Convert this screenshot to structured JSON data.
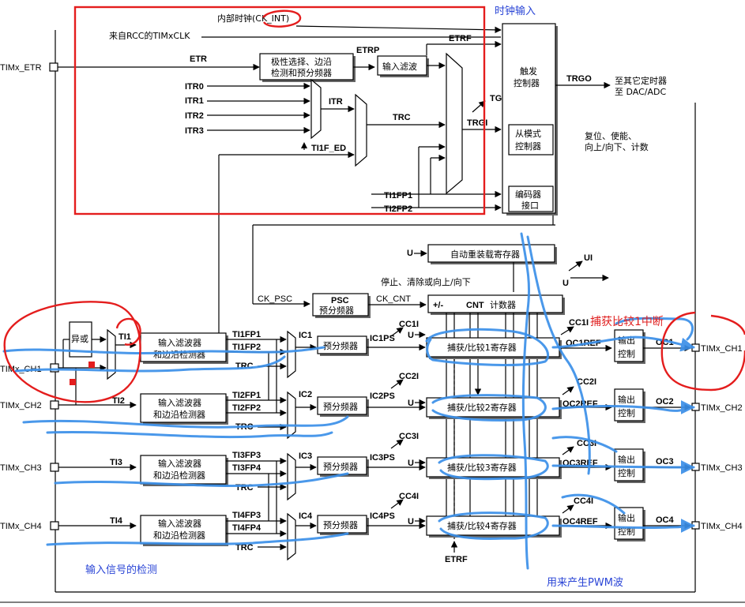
{
  "colors": {
    "annotation_blue": "#2a45d6",
    "annotation_red": "#e02020",
    "highlight_stroke": "#3b8fe8"
  },
  "annotations": {
    "clock_input": "时钟输入",
    "capture_compare1_interrupt": "捕获比较1中断",
    "input_detection": "输入信号的检测",
    "pwm_generation": "用来产生PWM波"
  },
  "pins": {
    "etr": "TIMx_ETR",
    "ch1_in": "TIMx_CH1",
    "ch2_in": "TIMx_CH2",
    "ch3_in": "TIMx_CH3",
    "ch4_in": "TIMx_CH4",
    "ch1_out": "TIMx_CH1",
    "ch2_out": "TIMx_CH2",
    "ch3_out": "TIMx_CH3",
    "ch4_out": "TIMx_CH4"
  },
  "clock": {
    "internal_clock": "内部时钟(CK_INT)",
    "rcc_clock": "来自RCC的TIMxCLK",
    "etr": "ETR",
    "etrp": "ETRP",
    "etrf": "ETRF",
    "polarity_line1": "极性选择、边沿",
    "polarity_line2": "检测和预分频器",
    "input_filter": "输入滤波",
    "itr0": "ITR0",
    "itr1": "ITR1",
    "itr2": "ITR2",
    "itr3": "ITR3",
    "itr": "ITR",
    "trc": "TRC",
    "ti1f_ed": "TI1F_ED",
    "tgi": "TGI",
    "trgi": "TRGI",
    "ti1fp1": "TI1FP1",
    "ti2fp2": "TI2FP2",
    "trigger_line1": "触发",
    "trigger_line2": "控制器",
    "trgo": "TRGO",
    "to_other_line1": "至其它定时器",
    "to_other_line2": "至 DAC/ADC",
    "slave_line1": "从模式",
    "slave_line2": "控制器",
    "reset_line1": "复位、使能、",
    "reset_line2": "向上/向下、计数",
    "encoder_line1": "编码器",
    "encoder_line2": "接口"
  },
  "timebase": {
    "u": "U",
    "auto_reload": "自动重装载寄存器",
    "ui": "UI",
    "stop_clear": "停止、清除或向上/向下",
    "ck_psc": "CK_PSC",
    "psc": "PSC",
    "psc_sub": "预分频器",
    "ck_cnt": "CK_CNT",
    "plus_minus": "+/-",
    "cnt": "CNT",
    "cnt_sub": "计数器"
  },
  "inputs": {
    "xor": "异或",
    "ti1": "TI1",
    "ti2": "TI2",
    "ti3": "TI3",
    "ti4": "TI4",
    "filter_line1": "输入滤波器",
    "filter_line2": "和边沿检测器",
    "ti1fp1": "TI1FP1",
    "ti1fp2": "TI1FP2",
    "ti2fp1": "TI2FP1",
    "ti2fp2": "TI2FP2",
    "ti3fp3": "TI3FP3",
    "ti3fp4": "TI3FP4",
    "ti4fp3": "TI4FP3",
    "ti4fp4": "TI4FP4",
    "trc": "TRC",
    "ic1": "IC1",
    "ic2": "IC2",
    "ic3": "IC3",
    "ic4": "IC4",
    "prescaler": "预分频器",
    "ic1ps": "IC1PS",
    "ic2ps": "IC2PS",
    "ic3ps": "IC3PS",
    "ic4ps": "IC4PS"
  },
  "channels": {
    "cc1i": "CC1I",
    "cc2i": "CC2I",
    "cc3i": "CC3I",
    "cc4i": "CC4I",
    "u": "U",
    "reg1": "捕获/比较1寄存器",
    "reg2": "捕获/比较2寄存器",
    "reg3": "捕获/比较3寄存器",
    "reg4": "捕获/比较4寄存器",
    "oc1ref": "OC1REF",
    "oc2ref": "OC2REF",
    "oc3ref": "OC3REF",
    "oc4ref": "OC4REF",
    "out_line1": "输出",
    "out_line2": "控制",
    "oc1": "OC1",
    "oc2": "OC2",
    "oc3": "OC3",
    "oc4": "OC4",
    "etrf": "ETRF"
  }
}
